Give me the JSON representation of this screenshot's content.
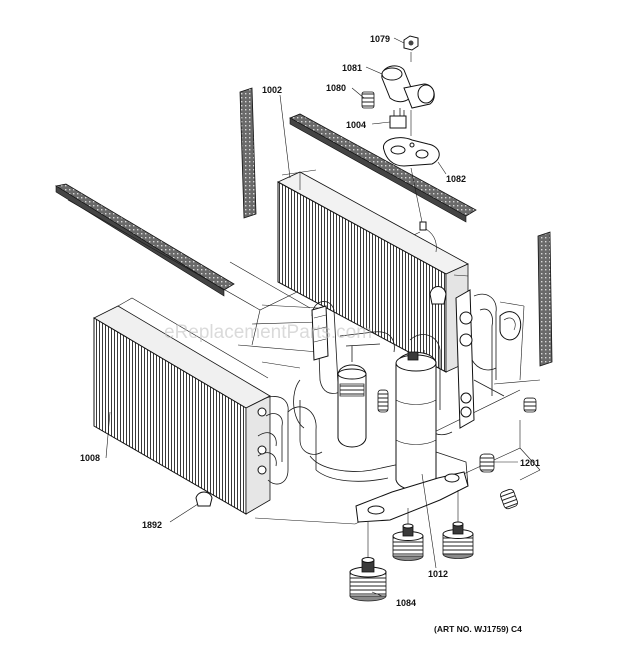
{
  "watermark": "eReplacementParts.com",
  "art_number": "(ART NO. WJ1759) C4",
  "callouts": {
    "c1079": "1079",
    "c1081": "1081",
    "c1080": "1080",
    "c1004": "1004",
    "c1082": "1082",
    "c1002": "1002",
    "c1008": "1008",
    "c1892": "1892",
    "c1012": "1012",
    "c1084": "1084",
    "c1201": "1201"
  },
  "colors": {
    "line": "#1a1a1a",
    "background": "#ffffff",
    "watermark": "#bdbdbd"
  }
}
